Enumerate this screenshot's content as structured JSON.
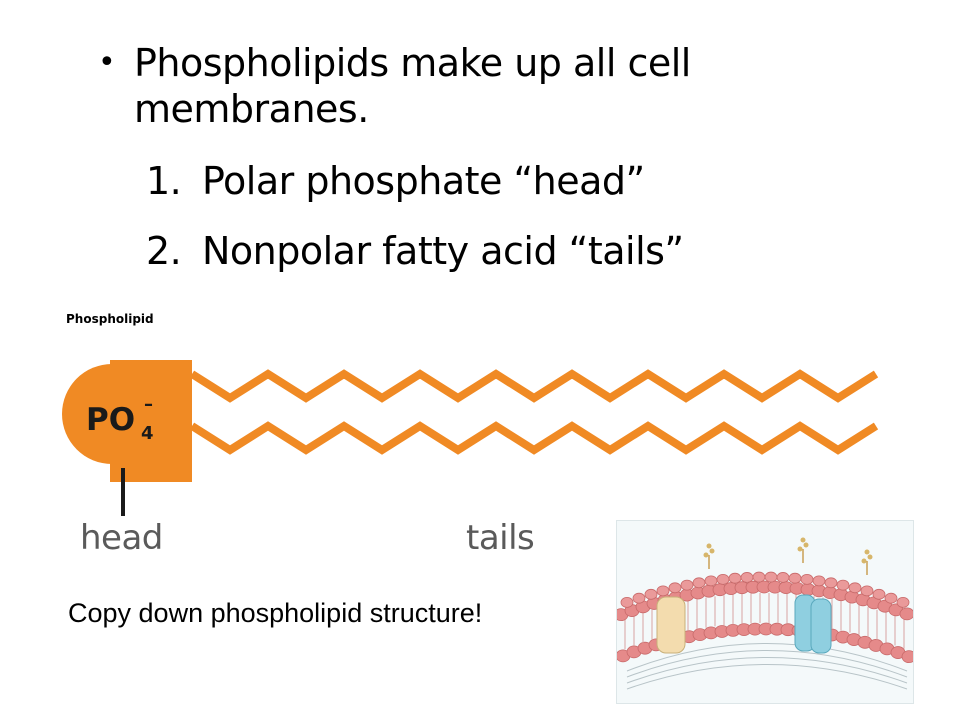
{
  "slide": {
    "bullet": "Phospholipids make up all cell membranes.",
    "items": [
      {
        "number": "1.",
        "text": "Polar phosphate “head”"
      },
      {
        "number": "2.",
        "text": "Nonpolar fatty acid “tails”"
      }
    ]
  },
  "diagram": {
    "title": "Phospholipid",
    "formula_main": "PO",
    "formula_sub": "4",
    "formula_sup": "–",
    "head_label": "head",
    "tails_label": "tails",
    "head_color": "#f08a24",
    "tail_color": "#f08a24"
  },
  "caption": "Copy down phospholipid structure!",
  "membrane_image": {
    "icon": "cell-membrane-illustration",
    "lipid_color": "#e58a8a",
    "protein_colors": [
      "#f3dcae",
      "#8fcfe0"
    ]
  }
}
